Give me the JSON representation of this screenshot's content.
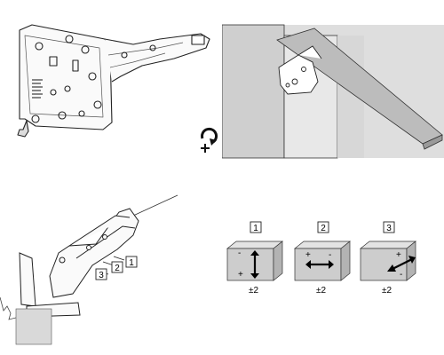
{
  "adjust_callouts": [
    "1",
    "2",
    "3"
  ],
  "cubes": [
    {
      "number": "1",
      "tolerance": "±2",
      "direction": "vertical"
    },
    {
      "number": "2",
      "tolerance": "±2",
      "direction": "horizontal"
    },
    {
      "number": "3",
      "tolerance": "±2",
      "direction": "depth"
    }
  ],
  "icons": {
    "rotate": "rotate-plus-icon"
  }
}
